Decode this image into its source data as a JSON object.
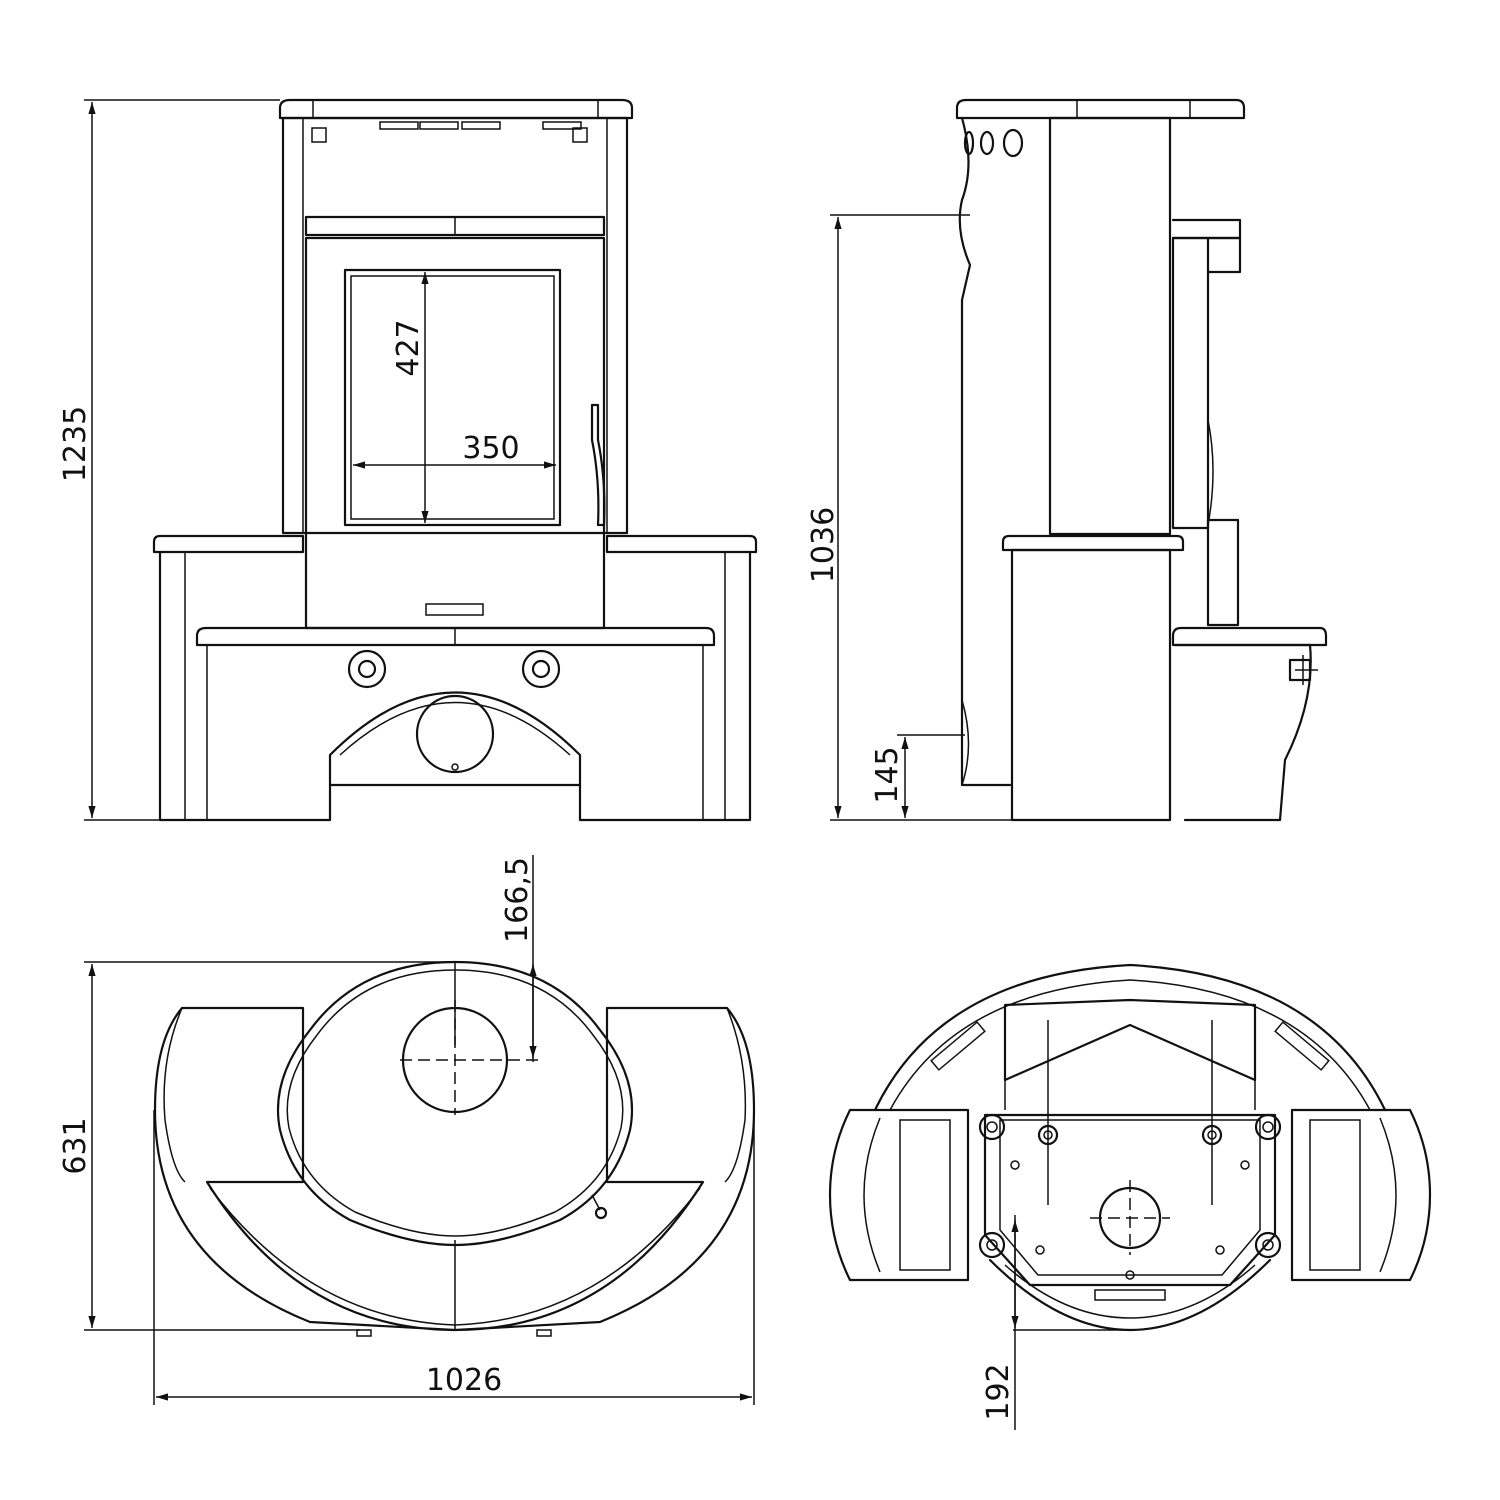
{
  "dimensions": {
    "overall_height": "1235",
    "firebox_height": "427",
    "firebox_width": "350",
    "side_height": "1036",
    "flue_height": "145",
    "flue_offset": "166,5",
    "overall_depth": "631",
    "overall_width": "1026",
    "rear_offset": "192"
  }
}
